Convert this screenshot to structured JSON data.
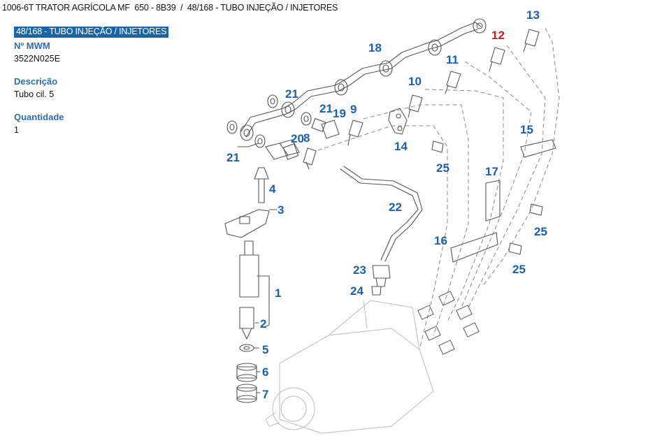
{
  "breadcrumb": "1006-6T TRATOR AGRÍCOLA MF  650 - 8B39  /  48/168 - TUBO INJEÇÃO / INJETORES",
  "selected_group": "48/168 - TUBO INJEÇÃO / INJETORES",
  "details": {
    "part_number_label": "Nº MWM",
    "part_number_value": "3522N025E",
    "description_label": "Descrição",
    "description_value": "Tubo cil. 5",
    "quantity_label": "Quantidade",
    "quantity_value": "1"
  },
  "colors": {
    "accent": "#1a64a8",
    "label_blue": "#2a6db3",
    "callout_blue": "#1a5fb4",
    "callout_selected": "#e8141c"
  },
  "diagram": {
    "selected_callout": "12",
    "callouts": [
      {
        "id": "c1",
        "label": "1"
      },
      {
        "id": "c2",
        "label": "2"
      },
      {
        "id": "c3",
        "label": "3"
      },
      {
        "id": "c4",
        "label": "4"
      },
      {
        "id": "c5",
        "label": "5"
      },
      {
        "id": "c6",
        "label": "6"
      },
      {
        "id": "c7",
        "label": "7"
      },
      {
        "id": "c8",
        "label": "8"
      },
      {
        "id": "c9",
        "label": "9"
      },
      {
        "id": "c10",
        "label": "10"
      },
      {
        "id": "c11",
        "label": "11"
      },
      {
        "id": "c12",
        "label": "12"
      },
      {
        "id": "c13",
        "label": "13"
      },
      {
        "id": "c14",
        "label": "14"
      },
      {
        "id": "c15",
        "label": "15"
      },
      {
        "id": "c16",
        "label": "16"
      },
      {
        "id": "c17",
        "label": "17"
      },
      {
        "id": "c18",
        "label": "18"
      },
      {
        "id": "c19",
        "label": "19"
      },
      {
        "id": "c20",
        "label": "20"
      },
      {
        "id": "c21a",
        "label": "21"
      },
      {
        "id": "c21b",
        "label": "21"
      },
      {
        "id": "c21c",
        "label": "21"
      },
      {
        "id": "c22",
        "label": "22"
      },
      {
        "id": "c23",
        "label": "23"
      },
      {
        "id": "c24",
        "label": "24"
      },
      {
        "id": "c25a",
        "label": "25"
      },
      {
        "id": "c25b",
        "label": "25"
      },
      {
        "id": "c25c",
        "label": "25"
      }
    ]
  }
}
